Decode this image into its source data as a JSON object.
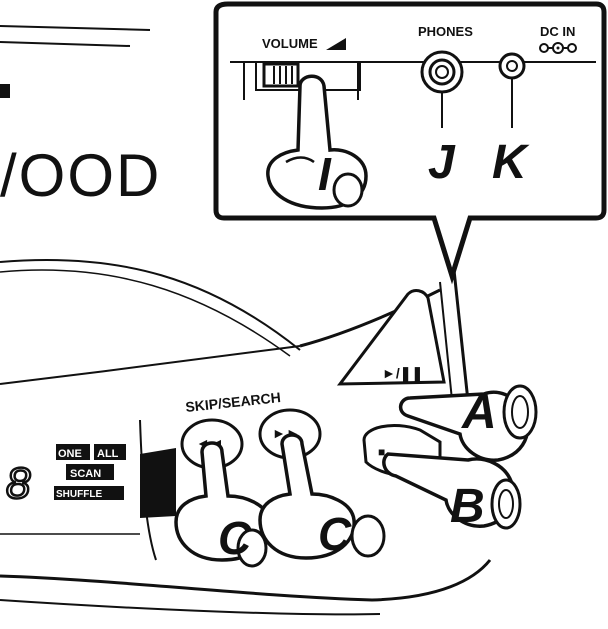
{
  "brand_fragment": "/OOD",
  "callout": {
    "volume_label": "VOLUME",
    "phones_label": "PHONES",
    "dcin_label": "DC IN"
  },
  "buttons": {
    "play_pause_symbol": "►/❚❚",
    "skip_search_label": "SKIP/SEARCH",
    "prev_symbol": "◄◄",
    "next_symbol": "►►",
    "stop_symbol": "■"
  },
  "display": {
    "digit": "8",
    "mode_one": "ONE",
    "mode_all": "ALL",
    "mode_scan": "SCAN",
    "mode_shuffle": "SHUFFLE"
  },
  "markers": {
    "a": "A",
    "b": "B",
    "c_left": "C",
    "c_right": "C",
    "i": "I",
    "j": "J",
    "k": "K"
  }
}
